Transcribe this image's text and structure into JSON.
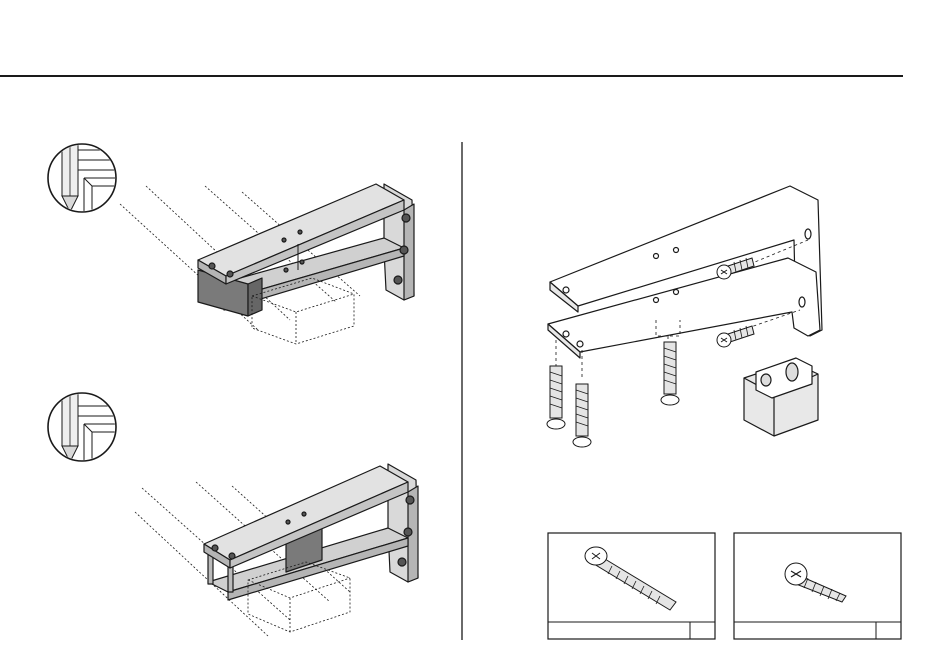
{
  "figure": {
    "panels": [
      {
        "name": "step-install-bracket-with-insert",
        "callout": "pencil-mark-corner-detail"
      },
      {
        "name": "step-install-bracket-with-bolts",
        "callout": "pencil-mark-corner-detail"
      },
      {
        "name": "exploded-parts-view"
      }
    ],
    "hardware": [
      {
        "name": "button-head-bolt",
        "description": "",
        "qty": ""
      },
      {
        "name": "pan-head-screw",
        "description": "",
        "qty": ""
      }
    ]
  },
  "colors": {
    "line": "#1a1a1a",
    "bracket_face": "#d9d9d9",
    "bracket_side": "#b5b5b5",
    "insert_dark": "#7a7a7a",
    "background": "#ffffff"
  }
}
